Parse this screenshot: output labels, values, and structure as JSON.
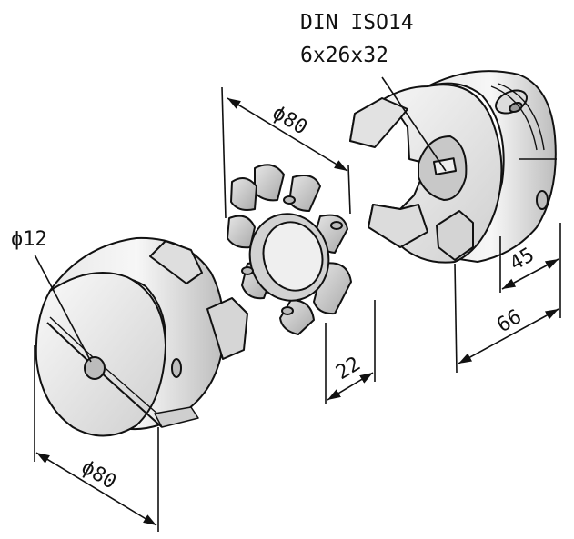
{
  "standard": {
    "line1": "DIN ISO14",
    "line2": "6x26x32"
  },
  "dimensions": {
    "bore_diameter": "ϕ12",
    "hub_diameter": "ϕ80",
    "spider_diameter": "ϕ80",
    "spider_width": "22",
    "hub_length_inner": "45",
    "hub_length_total": "66"
  },
  "colors": {
    "outline": "#111111",
    "metal_light": "#f2f2f2",
    "metal_mid": "#d9d9d9",
    "metal_dark": "#b3b3b3",
    "spider_light": "#dcdcdc",
    "spider_dark": "#a8a8a8"
  }
}
